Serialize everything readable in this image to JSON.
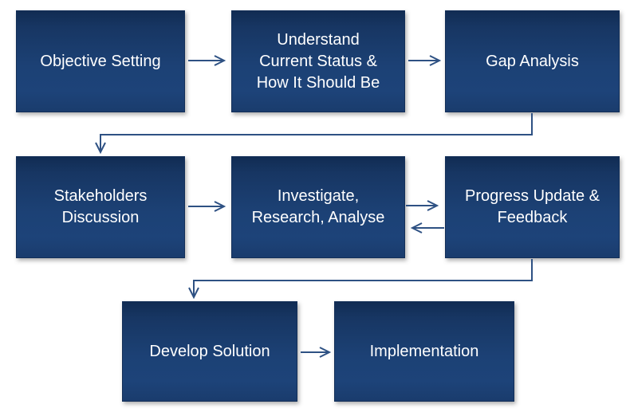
{
  "diagram": {
    "type": "flowchart",
    "colors": {
      "connector": "#2e5183",
      "box_fill_top": "#112c53",
      "box_fill_mid": "#1c4175",
      "box_fill_bottom": "#1a3c6d",
      "box_border": "#132f58",
      "box_text": "#ffffff",
      "canvas_bg": "#ffffff"
    },
    "boxes": [
      {
        "id": "objective-setting",
        "label": "Objective Setting"
      },
      {
        "id": "understand-current-status",
        "label": "Understand\nCurrent Status &\nHow It Should Be"
      },
      {
        "id": "gap-analysis",
        "label": "Gap Analysis"
      },
      {
        "id": "stakeholders-discussion",
        "label": "Stakeholders\nDiscussion"
      },
      {
        "id": "investigate-research-analyse",
        "label": "Investigate,\nResearch, Analyse"
      },
      {
        "id": "progress-update-feedback",
        "label": "Progress Update &\nFeedback"
      },
      {
        "id": "develop-solution",
        "label": "Develop Solution"
      },
      {
        "id": "implementation",
        "label": "Implementation"
      }
    ],
    "connectors": [
      {
        "from": "objective-setting",
        "to": "understand-current-status",
        "style": "straight-right"
      },
      {
        "from": "understand-current-status",
        "to": "gap-analysis",
        "style": "straight-right"
      },
      {
        "from": "gap-analysis",
        "to": "stakeholders-discussion",
        "style": "elbow-down-left-down"
      },
      {
        "from": "stakeholders-discussion",
        "to": "investigate-research-analyse",
        "style": "straight-right"
      },
      {
        "from": "investigate-research-analyse",
        "to": "progress-update-feedback",
        "style": "straight-right"
      },
      {
        "from": "progress-update-feedback",
        "to": "investigate-research-analyse",
        "style": "straight-left"
      },
      {
        "from": "progress-update-feedback",
        "to": "develop-solution",
        "style": "elbow-down-left-down"
      },
      {
        "from": "develop-solution",
        "to": "implementation",
        "style": "straight-right"
      }
    ]
  }
}
